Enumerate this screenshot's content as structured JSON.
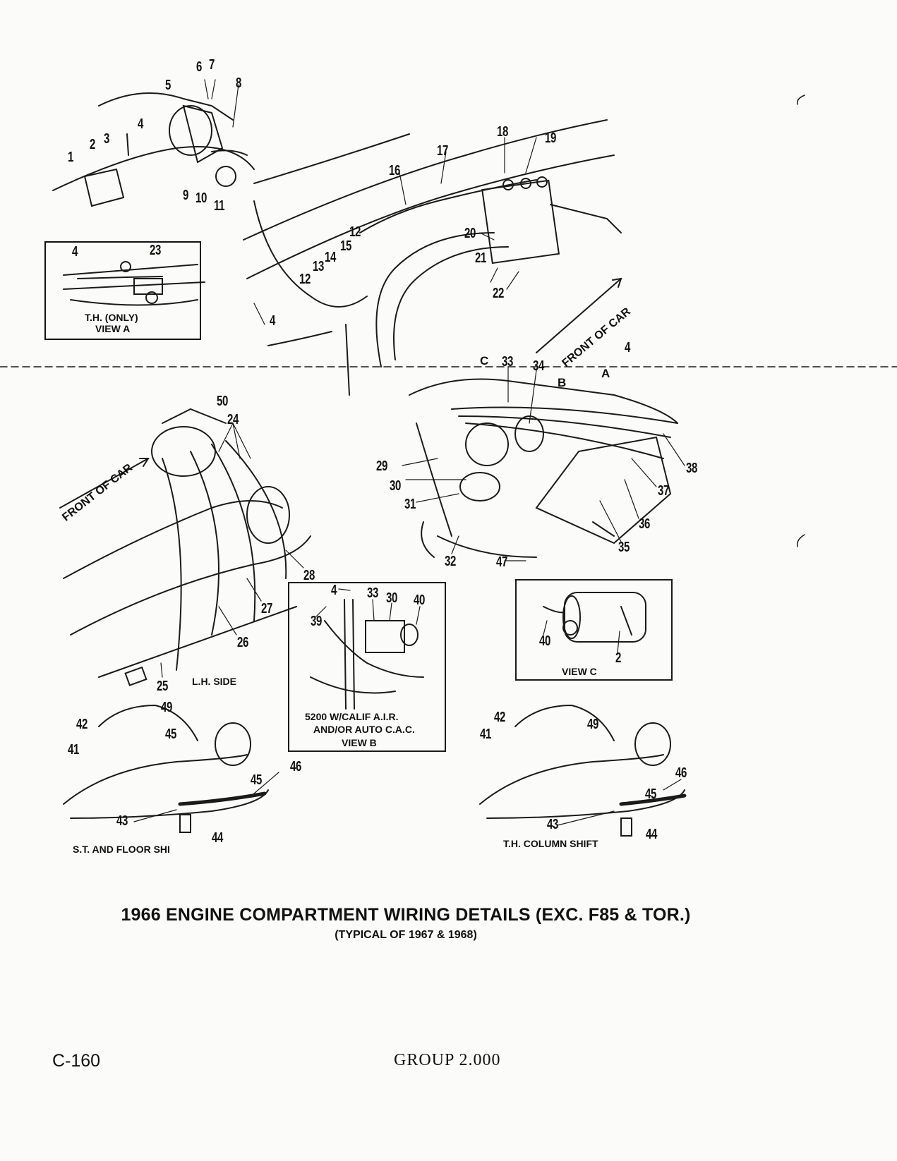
{
  "figure": {
    "title": "1966 ENGINE COMPARTMENT WIRING DETAILS (EXC. F85 & TOR.)",
    "subtitle": "(TYPICAL OF 1967 & 1968)"
  },
  "footer": {
    "page_number": "C-160",
    "group": "GROUP 2.000"
  },
  "views": {
    "view_a": {
      "line1": "T.H. (ONLY)",
      "line2": "VIEW A"
    },
    "view_b": {
      "line1": "5200 W/CALIF A.I.R.",
      "line2": "AND/OR AUTO C.A.C.",
      "line3": "VIEW B"
    },
    "view_c": {
      "line1": "VIEW C"
    },
    "lh_side": "L.H. SIDE",
    "st_floor_shift": "S.T. AND FLOOR SHI",
    "th_column_shift": "T.H. COLUMN SHIFT",
    "front_of_car_upper": "FRONT OF CAR",
    "front_of_car_lower": "FRONT OF CAR",
    "arrow_a": "A",
    "arrow_b": "B",
    "arrow_c": "C"
  },
  "callouts": {
    "c1": "1",
    "c2": "2",
    "c3": "3",
    "c4a": "4",
    "c5": "5",
    "c6": "6",
    "c7": "7",
    "c8": "8",
    "c9": "9",
    "c10": "10",
    "c11": "11",
    "c12a": "12",
    "c12b": "12",
    "c13": "13",
    "c14": "14",
    "c15": "15",
    "c16": "16",
    "c17": "17",
    "c18": "18",
    "c19": "19",
    "c20": "20",
    "c21": "21",
    "c22": "22",
    "c4b": "4",
    "c23": "23",
    "c4c": "4",
    "c50": "50",
    "c24": "24",
    "c28": "28",
    "c27": "27",
    "c26": "26",
    "c25": "25",
    "c33a": "33",
    "c34": "34",
    "c4d": "4",
    "c29": "29",
    "c30a": "30",
    "c31": "31",
    "c38": "38",
    "c37": "37",
    "c36": "36",
    "c35": "35",
    "c32": "32",
    "c47": "47",
    "c4e": "4",
    "c33b": "33",
    "c30b": "30",
    "c40a": "40",
    "c39": "39",
    "c40b": "40",
    "c2b": "2",
    "c42a": "42",
    "c49a": "49",
    "c45a": "45",
    "c41a": "41",
    "c46a": "46",
    "c45b": "45",
    "c43a": "43",
    "c44a": "44",
    "c42b": "42",
    "c49b": "49",
    "c41b": "41",
    "c46b": "46",
    "c45c": "45",
    "c43b": "43",
    "c44b": "44"
  }
}
